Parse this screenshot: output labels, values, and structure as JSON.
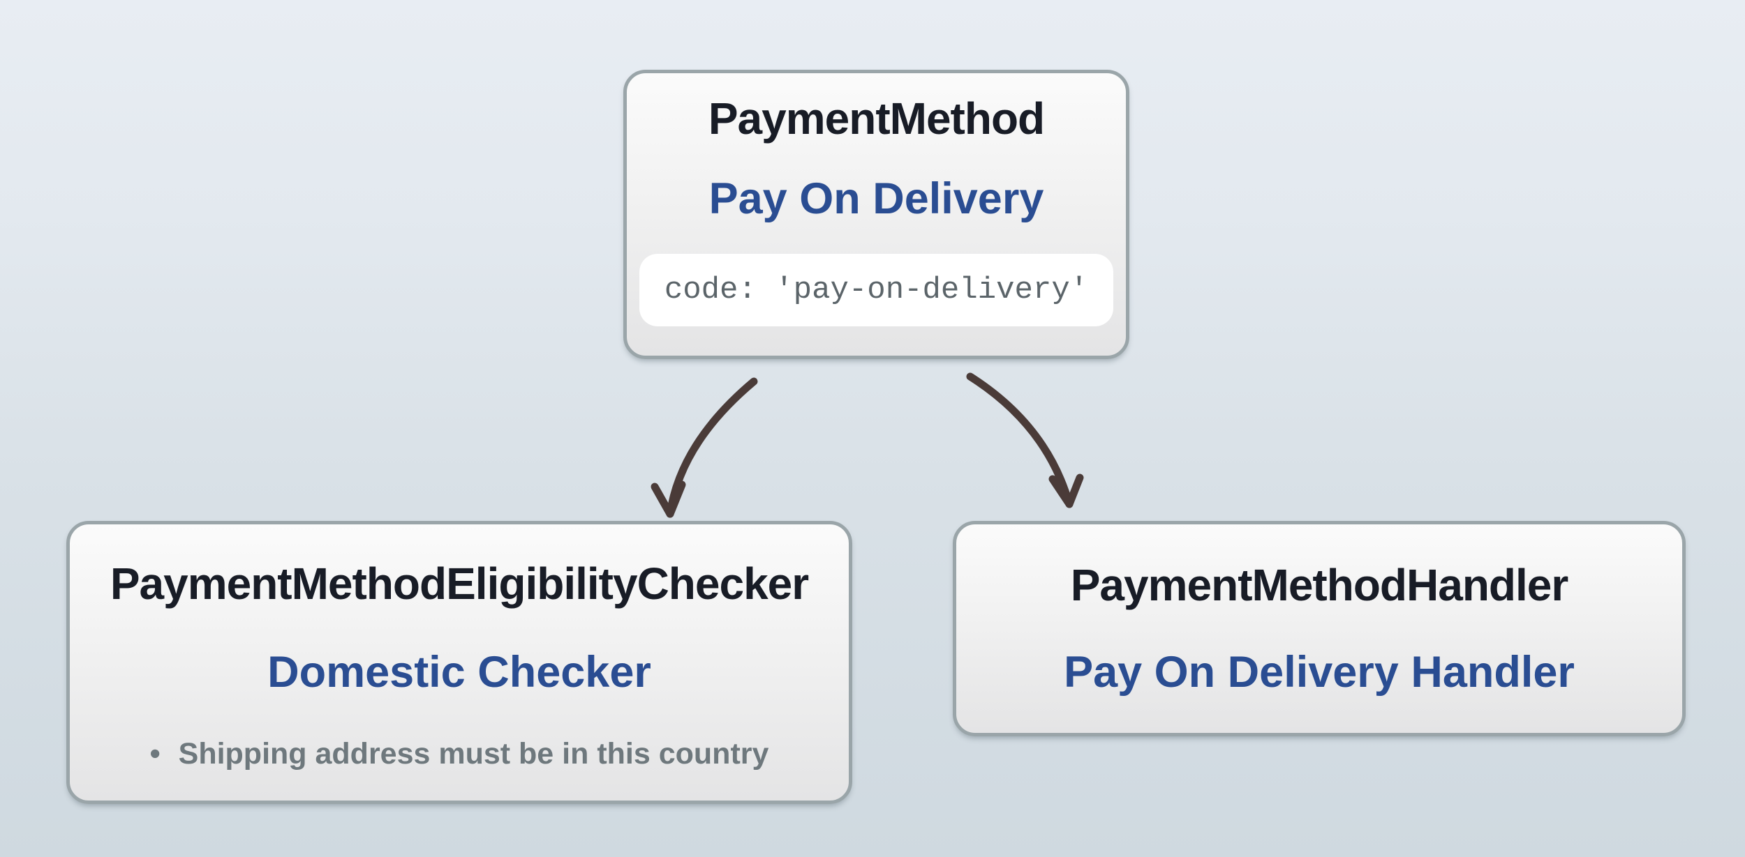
{
  "nodes": {
    "payment_method": {
      "class_name": "PaymentMethod",
      "label": "Pay On Delivery",
      "code": "code: 'pay-on-delivery'"
    },
    "eligibility_checker": {
      "class_name": "PaymentMethodEligibilityChecker",
      "label": "Domestic Checker",
      "bullet": "•",
      "rules": [
        "Shipping address must be in this country"
      ]
    },
    "handler": {
      "class_name": "PaymentMethodHandler",
      "label": "Pay On Delivery Handler"
    }
  },
  "colors": {
    "title_dark": "#181c26",
    "accent_blue": "#2a4d92",
    "muted_gray": "#6e787d",
    "code_gray": "#5b6469",
    "arrow_brown": "#4a3b38",
    "node_border": "#9aa5a9",
    "node_fill_top": "#fbfbfb",
    "node_fill_bottom": "#e4e4e5",
    "chip_white": "#ffffff",
    "background_top": "#e8edf3",
    "background_bottom": "#cfd9e0"
  }
}
